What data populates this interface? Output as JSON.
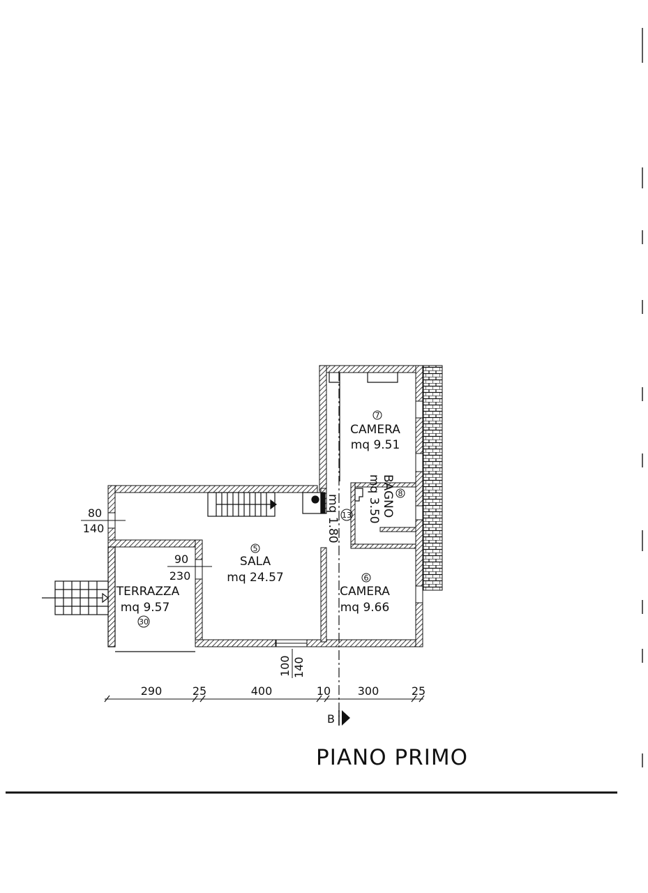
{
  "title": "PIANO PRIMO",
  "section_marker": "B",
  "rooms": {
    "sala": {
      "name": "SALA",
      "area": "mq 24.57",
      "number": "5"
    },
    "terrazza": {
      "name": "TERRAZZA",
      "area": "mq 9.57",
      "number": "30"
    },
    "camera_top": {
      "name": "CAMERA",
      "area": "mq 9.51",
      "number": "7"
    },
    "bagno": {
      "name": "BAGNO",
      "area": "mq 3.50",
      "number": "8"
    },
    "disimpegno": {
      "area": "mq 1.80",
      "number": "13"
    },
    "camera_bottom": {
      "name": "CAMERA",
      "area": "mq 9.66",
      "number": "6"
    }
  },
  "openings": {
    "west_window": {
      "width": "80",
      "height": "140"
    },
    "terrace_door": {
      "width": "90",
      "height": "230"
    },
    "south_window": {
      "width": "100",
      "height": "140"
    }
  },
  "bottom_dimensions": [
    "290",
    "25",
    "400",
    "10",
    "300",
    "25"
  ]
}
